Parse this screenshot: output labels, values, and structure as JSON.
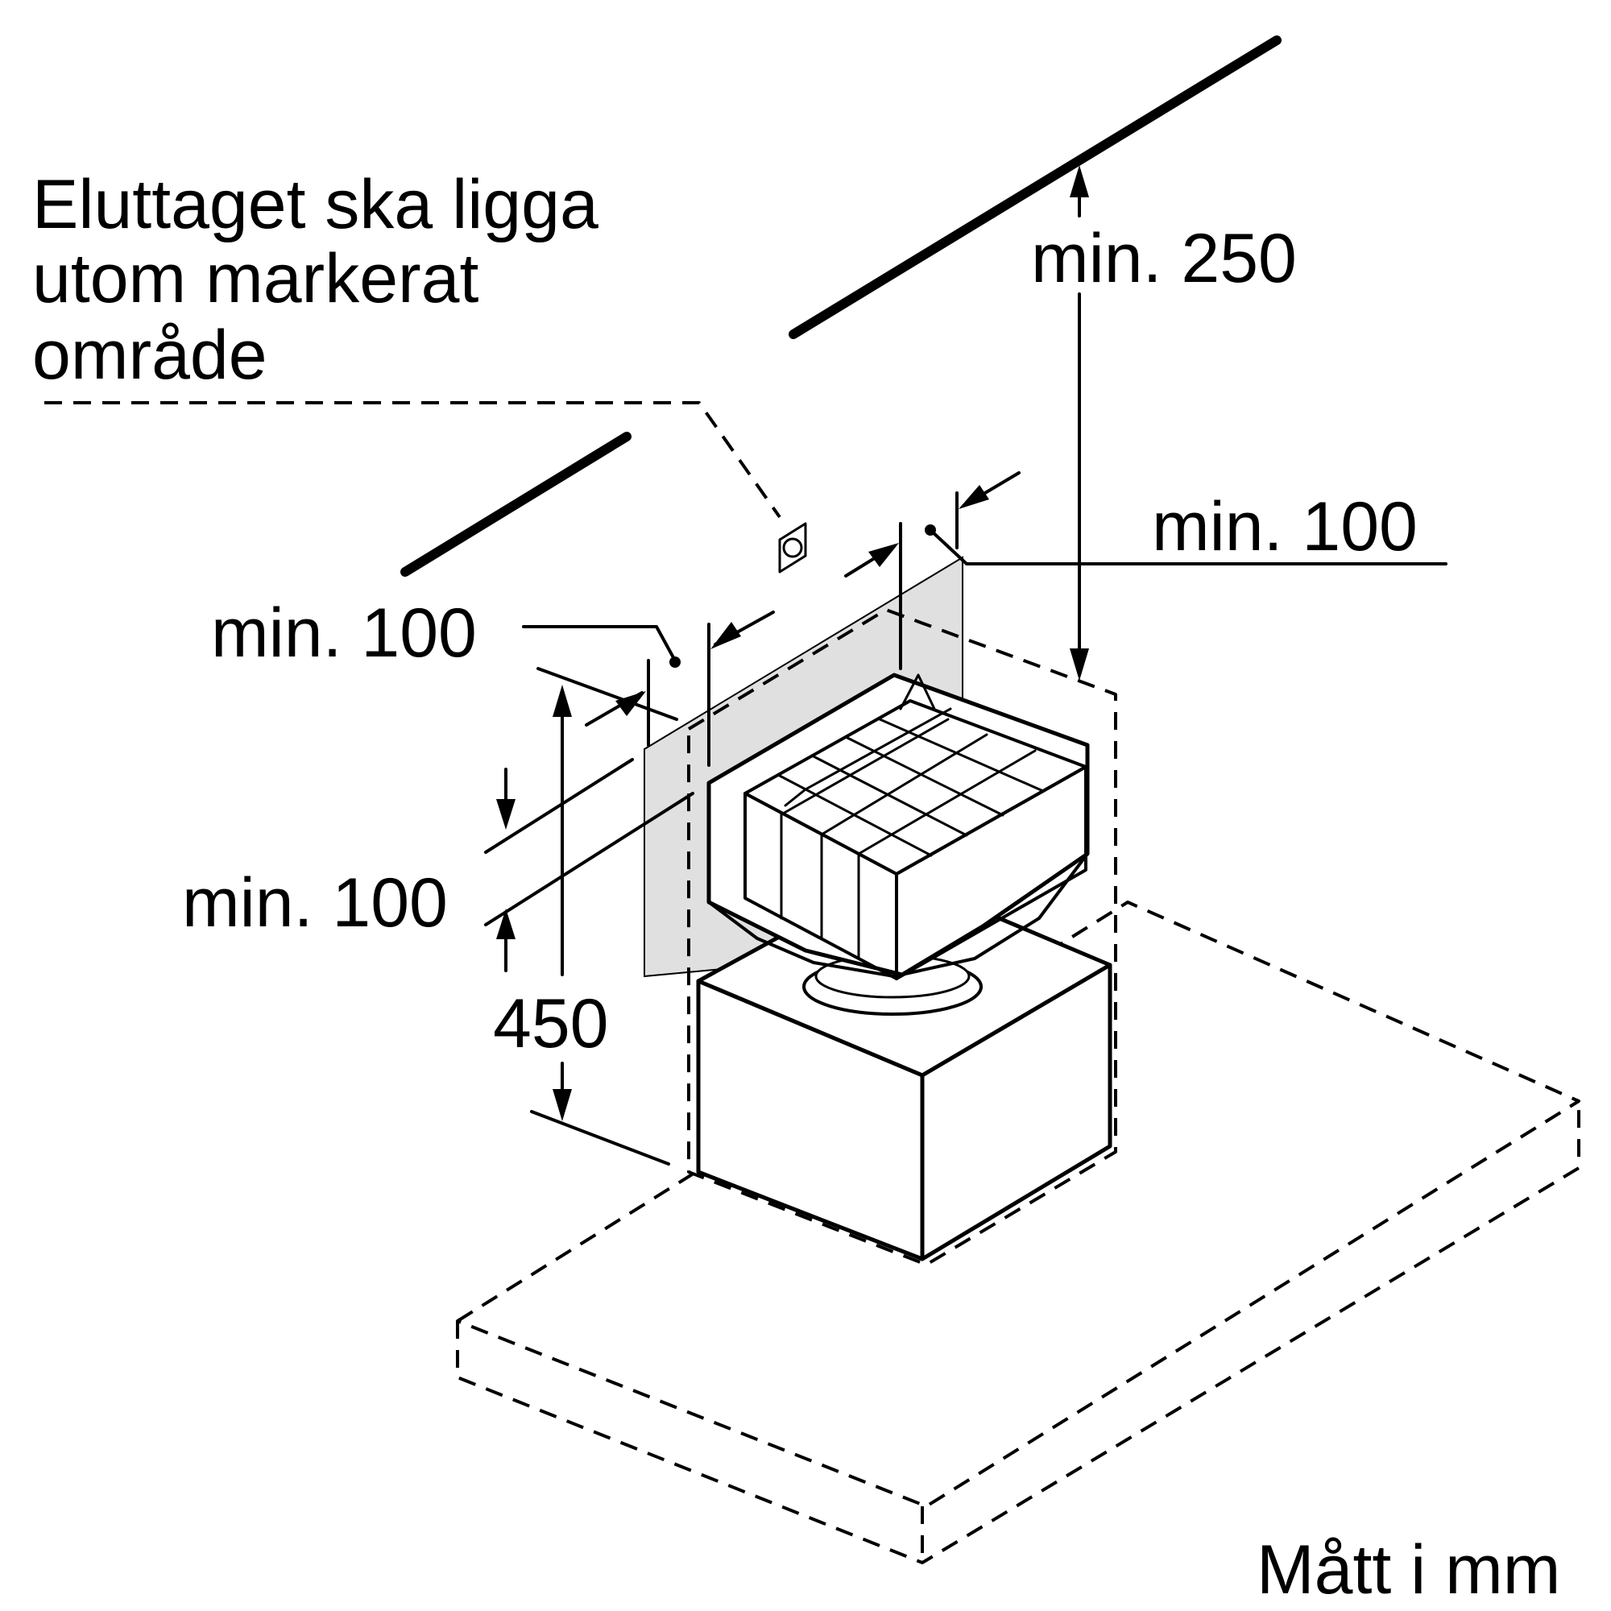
{
  "note": {
    "line1": "Eluttaget ska ligga",
    "line2": "utom markerat",
    "line3": "område"
  },
  "dimensions": {
    "top_clearance": "min. 250",
    "right_side": "min. 100",
    "left_side": "min. 100",
    "below_top": "min. 100",
    "height": "450"
  },
  "units_label": "Mått i mm",
  "colors": {
    "line": "#000000",
    "marked_area": "#e0e0e0",
    "background": "#ffffff"
  }
}
